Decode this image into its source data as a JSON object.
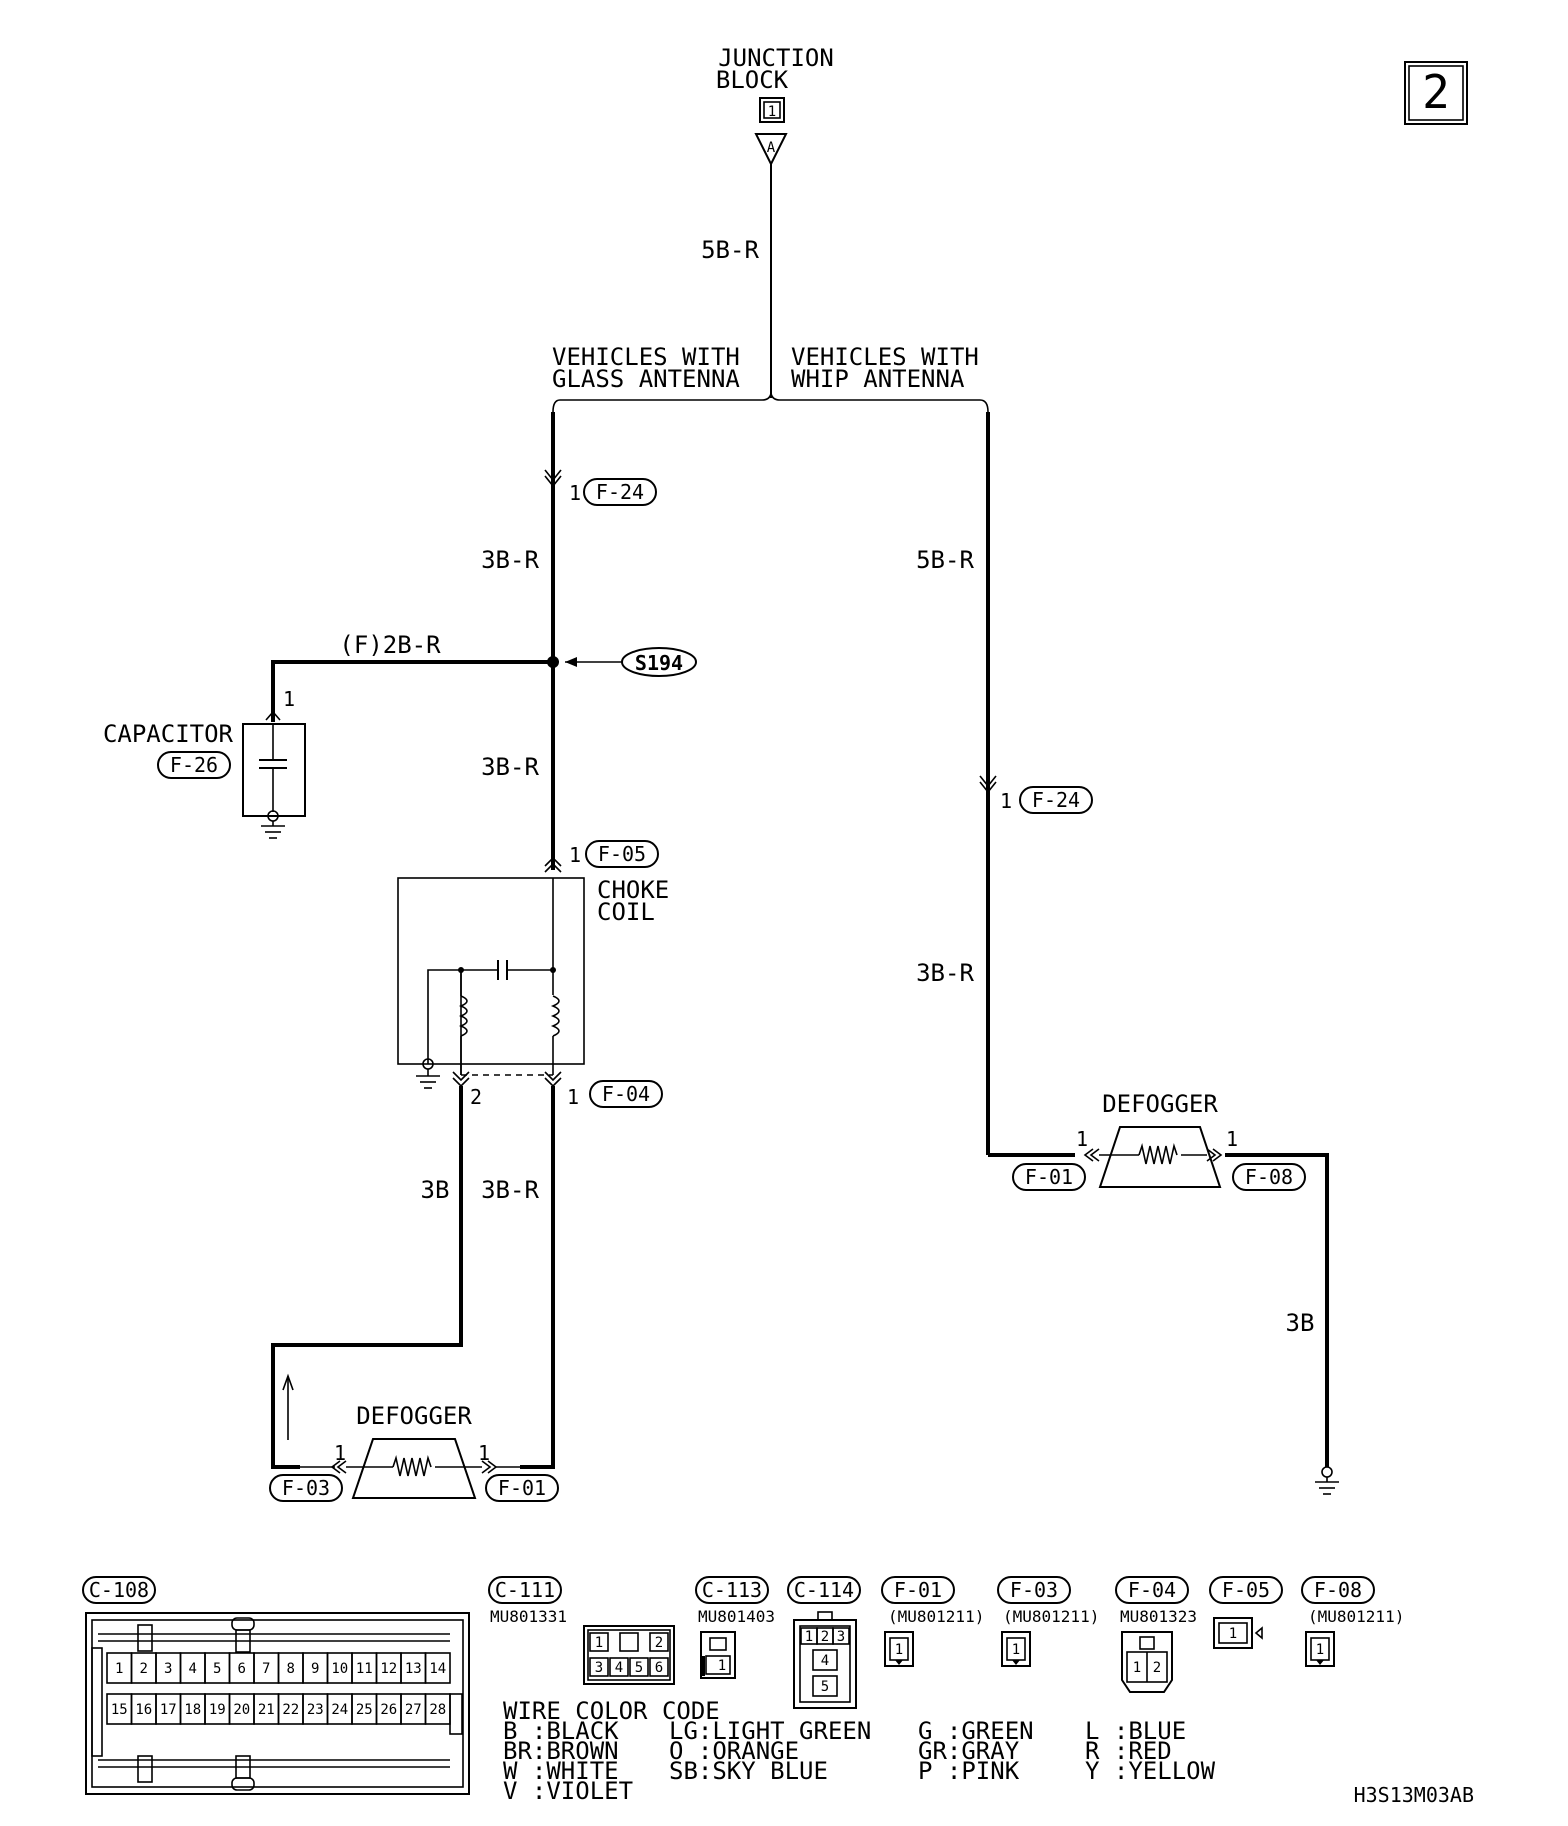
{
  "page_number": "2",
  "junction_block": {
    "title_line1": "JUNCTION",
    "title_line2": "BLOCK",
    "connector_no": "1",
    "terminal": "A"
  },
  "wires": {
    "main_feed": "5B-R",
    "glass_upper": "3B-R",
    "capacitor_branch": "(F)2B-R",
    "glass_middle": "3B-R",
    "defogger_ground": "3B",
    "defogger_feed": "3B-R",
    "whip_upper": "5B-R",
    "whip_lower": "3B-R",
    "whip_ground": "3B"
  },
  "branches": {
    "glass_line1": "VEHICLES WITH",
    "glass_line2": "GLASS ANTENNA",
    "whip_line1": "VEHICLES WITH",
    "whip_line2": "WHIP ANTENNA"
  },
  "splice": "S194",
  "capacitor": {
    "label": "CAPACITOR",
    "connector": "F-26",
    "pin": "1"
  },
  "choke_coil": {
    "line1": "CHOKE",
    "line2": "COIL",
    "in_connector": "F-05",
    "in_pin": "1",
    "out_connector": "F-04",
    "out_pin_1": "1",
    "out_pin_2": "2"
  },
  "glass_connector": {
    "connector": "F-24",
    "pin": "1"
  },
  "whip_connector": {
    "connector": "F-24",
    "pin": "1"
  },
  "defogger_glass": {
    "label": "DEFOGGER",
    "left_connector": "F-03",
    "right_connector": "F-01",
    "left_pin": "1",
    "right_pin": "1"
  },
  "defogger_whip": {
    "label": "DEFOGGER",
    "left_connector": "F-01",
    "right_connector": "F-08",
    "left_pin": "1",
    "right_pin": "1"
  },
  "connector_views": {
    "c108": {
      "label": "C-108",
      "top_pins": [
        "1",
        "2",
        "3",
        "4",
        "5",
        "6",
        "7",
        "8",
        "9",
        "10",
        "11",
        "12",
        "13",
        "14"
      ],
      "bottom_pins": [
        "15",
        "16",
        "17",
        "18",
        "19",
        "20",
        "21",
        "22",
        "23",
        "24",
        "25",
        "26",
        "27",
        "28"
      ]
    },
    "c111": {
      "label": "C-111",
      "part": "MU801331",
      "pins": [
        "1",
        "2",
        "3",
        "4",
        "5",
        "6"
      ]
    },
    "c113": {
      "label": "C-113",
      "part": "MU801403",
      "pin": "1"
    },
    "c114": {
      "label": "C-114",
      "pins": [
        "1",
        "2",
        "3",
        "4",
        "5"
      ]
    },
    "f01": {
      "label": "F-01",
      "part": "(MU801211)",
      "pin": "1"
    },
    "f03": {
      "label": "F-03",
      "part": "(MU801211)",
      "pin": "1"
    },
    "f04": {
      "label": "F-04",
      "part": "MU801323",
      "pins": [
        "1",
        "2"
      ]
    },
    "f05": {
      "label": "F-05",
      "pin": "1"
    },
    "f08": {
      "label": "F-08",
      "part": "(MU801211)",
      "pin": "1"
    }
  },
  "wire_color_code": {
    "title": "WIRE COLOR CODE",
    "col1": [
      "B :BLACK",
      "BR:BROWN",
      "W :WHITE",
      "V :VIOLET"
    ],
    "col2": [
      "LG:LIGHT GREEN",
      "O :ORANGE",
      "SB:SKY BLUE"
    ],
    "col3": [
      "G :GREEN",
      "GR:GRAY",
      "P :PINK"
    ],
    "col4": [
      "L :BLUE",
      "R :RED",
      "Y :YELLOW"
    ]
  },
  "drawing_id": "H3S13M03AB"
}
